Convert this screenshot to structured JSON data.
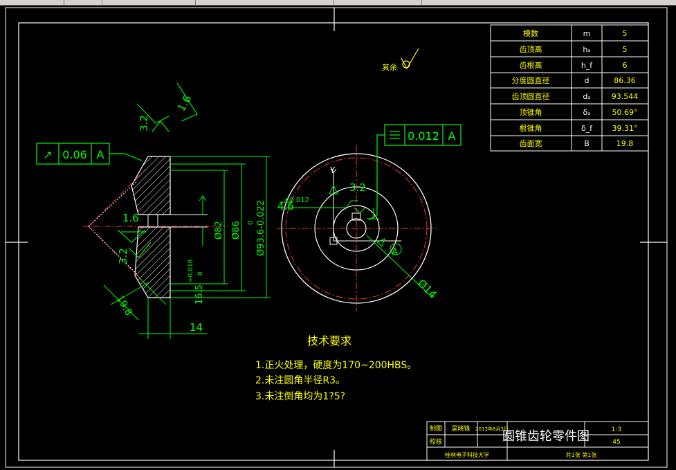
{
  "params_table": {
    "rows": [
      {
        "name": "模数",
        "symbol": "m",
        "value": "5"
      },
      {
        "name": "齿顶高",
        "symbol": "hₐ",
        "value": "5"
      },
      {
        "name": "齿根高",
        "symbol": "h_f",
        "value": "6"
      },
      {
        "name": "分度圆直径",
        "symbol": "d",
        "value": "86.36"
      },
      {
        "name": "齿顶圆直径",
        "symbol": "dₐ",
        "value": "93.544"
      },
      {
        "name": "顶锥角",
        "symbol": "δₐ",
        "value": "50.69°"
      },
      {
        "name": "根锥角",
        "symbol": "δ_f",
        "value": "39.31°"
      },
      {
        "name": "齿面宽",
        "symbol": "B",
        "value": "19.8"
      }
    ]
  },
  "annotations": {
    "rest_roughness": "其余",
    "runout_symbol": "↗",
    "runout_value": "0.06",
    "runout_datum": "A",
    "sym_value": "0.012",
    "sym_datum": "A",
    "rough_16_top": "1.6",
    "rough_32_left": "3.2",
    "rough_16_mid": "1.6",
    "rough_32_low": "3.2",
    "rough_32_key": "3.2",
    "dim_phi82": "Ø82",
    "dim_phi86": "Ø86",
    "dim_phi93": "Ø93.6-0.022",
    "dim_phi93_sup": "0",
    "dim_bore": "16.5",
    "dim_bore_tol": "+0.018",
    "dim_bore_tol2": "0",
    "dim_198": "19.8",
    "dim_14": "14",
    "dim_key": "4.6",
    "dim_key_tol": "+0.012",
    "dim_phi14": "Ø14",
    "label_y": "Y",
    "label_a": "A"
  },
  "tech": {
    "title": "技术要求",
    "items": [
      "1.正火处理，硬度为170~200HBS。",
      "2.未注圆角半径R3。",
      "3.未注倒角均为1?5?"
    ]
  },
  "title_block": {
    "draw_label": "制图",
    "drawer": "吴晓锋",
    "date": "2013年6月3日",
    "check_label": "校核",
    "part_name": "圆锥齿轮零件图",
    "scale": "1:3",
    "material": "45",
    "sheet": "共1张  第1张",
    "school": "桂林电子科技大学"
  }
}
